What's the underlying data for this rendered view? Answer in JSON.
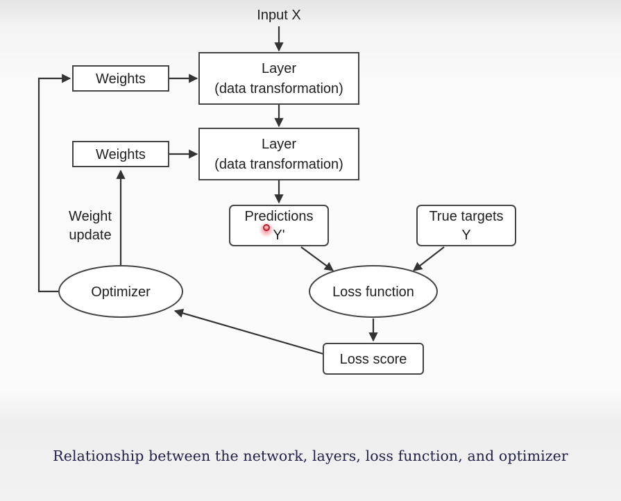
{
  "diagram": {
    "input_label": "Input X",
    "layer1": {
      "line1": "Layer",
      "line2": "(data transformation)"
    },
    "layer2": {
      "line1": "Layer",
      "line2": "(data transformation)"
    },
    "weights1": "Weights",
    "weights2": "Weights",
    "weight_update": {
      "line1": "Weight",
      "line2": "update"
    },
    "predictions": {
      "line1": "Predictions",
      "line2": "Y'"
    },
    "true_targets": {
      "line1": "True targets",
      "line2": "Y"
    },
    "optimizer": "Optimizer",
    "loss_function": "Loss function",
    "loss_score": "Loss score"
  },
  "caption": "Relationship between the network, layers, loss function, and optimizer",
  "colors": {
    "caption_text": "#22224a",
    "node_border": "#444444",
    "arrow": "#333333",
    "cursor_highlight": "#e8202a"
  }
}
